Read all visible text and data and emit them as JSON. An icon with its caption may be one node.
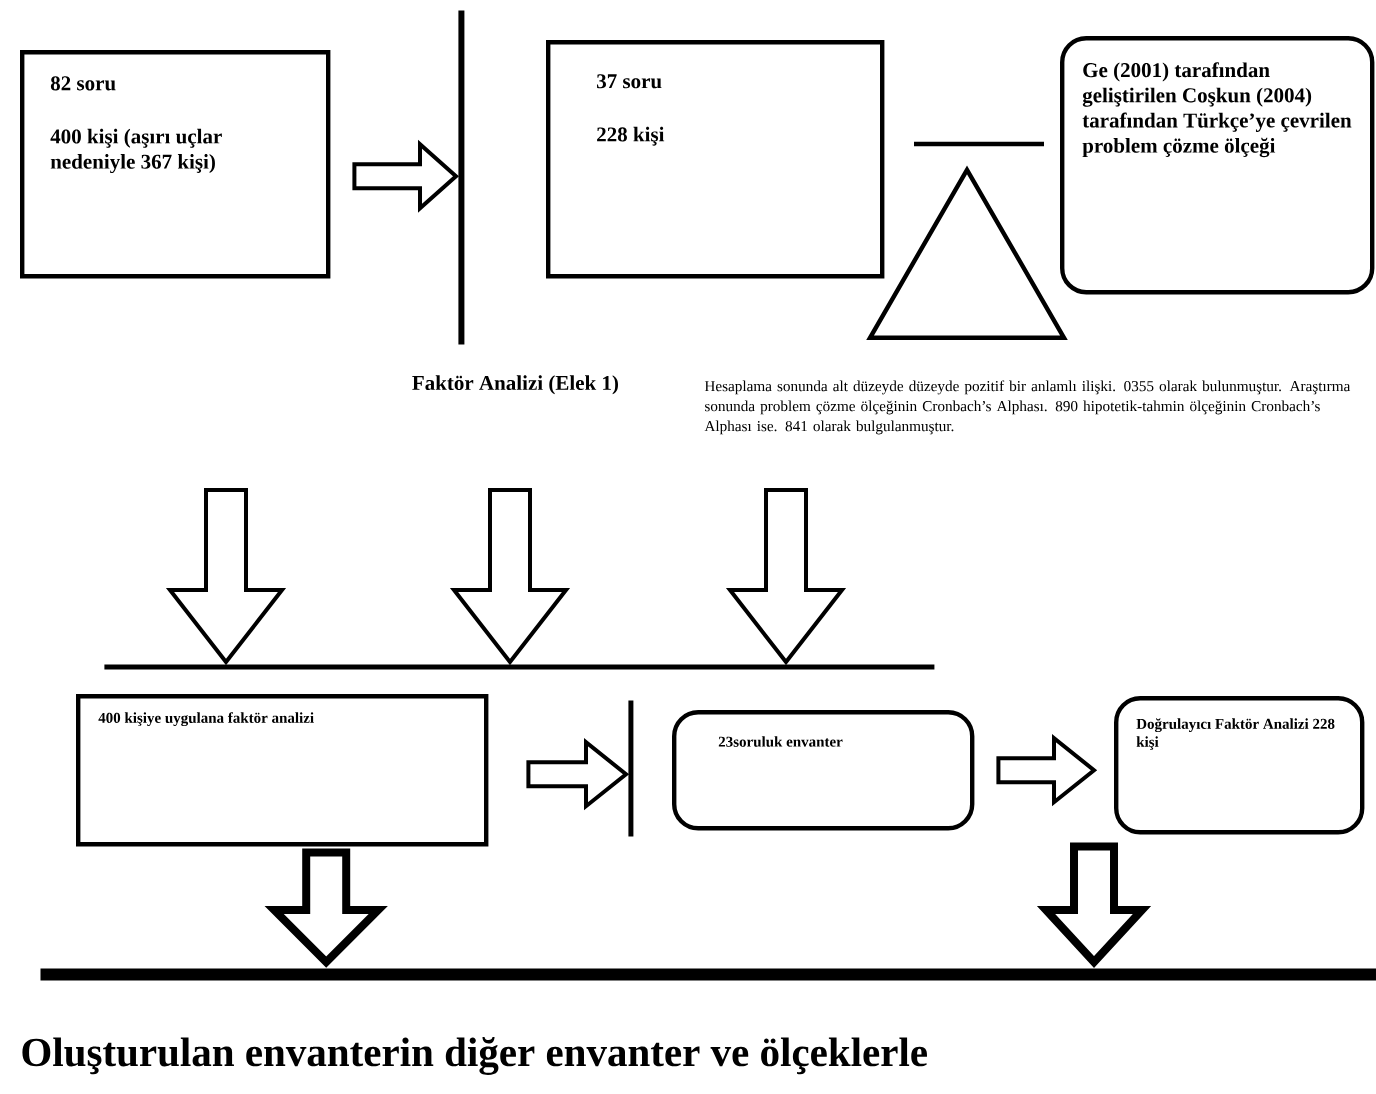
{
  "diagram": {
    "nodes": [
      {
        "text": [
          "82 soru",
          "400 kişi (aşırı uçlar nedeniyle 367 kişi)"
        ]
      },
      {
        "text": [],
        "shape": "bar",
        "beside": [
          "Faktör Analizi (Elek 1)"
        ]
      },
      {
        "text": [
          "37 soru",
          "228 kişi"
        ]
      },
      {
        "text": [],
        "shape": "triangle"
      },
      {
        "text": [
          "Ge (2001) tarafından geliştirilen Coşkun (2004) tarafından Türkçe’ye çevrilen problem çözme ölçeği"
        ]
      },
      {
        "text": [],
        "shape": "bar"
      },
      {
        "text": [
          "400 kişiye uygulana faktör analizi"
        ]
      },
      {
        "text": [],
        "shape": "bar"
      },
      {
        "text": [
          "23soruluk envanter"
        ]
      },
      {
        "text": [
          "Doğrulayıcı Faktör Analizi 228 kişi"
        ]
      },
      {
        "text": [],
        "shape": "bar"
      }
    ],
    "edges": [
      {
        "from": 0,
        "to": 1,
        "arrow": "to"
      },
      {
        "from": null,
        "to": 5,
        "arrow": "to"
      },
      {
        "from": null,
        "to": 5,
        "arrow": "to"
      },
      {
        "from": null,
        "to": 5,
        "arrow": "to"
      },
      {
        "from": 6,
        "to": 7,
        "arrow": "to"
      },
      {
        "from": 8,
        "to": 9,
        "arrow": "to"
      },
      {
        "from": 6,
        "to": 10,
        "arrow": "to",
        "style": "thick"
      },
      {
        "from": 9,
        "to": 10,
        "arrow": "to",
        "style": "thick"
      }
    ],
    "labels": [
      "Hesaplama sonunda alt düzeyde düzeyde pozitif bir anlamlı ilişki. 0355 olarak bulunmuştur. Araştırma sonunda problem çözme ölçeğinin Cronbach’s Alphası. 890 hipotetik-tahmin ölçeğinin Cronbach’s Alphası ise. 841 olarak bulgulanmuştur."
    ],
    "caption": "Oluşturulan envanterin diğer envanter ve ölçeklerle"
  }
}
